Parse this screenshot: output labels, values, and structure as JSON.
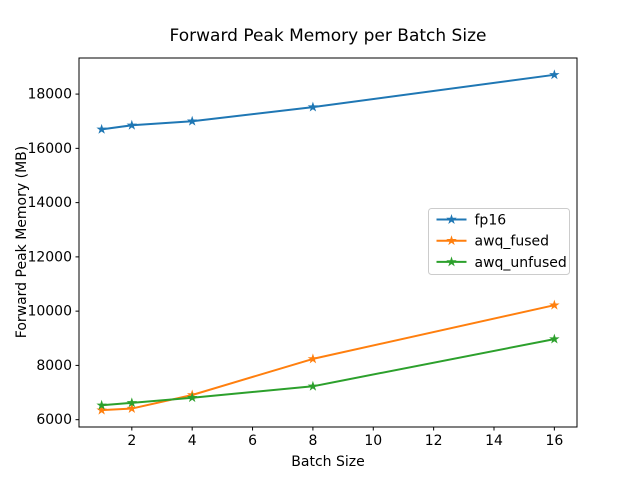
{
  "chart_data": {
    "type": "line",
    "title": "Forward Peak Memory per Batch Size",
    "xlabel": "Batch Size",
    "ylabel": "Forward Peak Memory (MB)",
    "x": [
      1,
      2,
      4,
      8,
      16
    ],
    "series": [
      {
        "name": "fp16",
        "color": "#1f77b4",
        "values": [
          16700,
          16850,
          17000,
          17520,
          18710
        ]
      },
      {
        "name": "awq_fused",
        "color": "#ff7f0e",
        "values": [
          6350,
          6410,
          6910,
          8240,
          10220
        ]
      },
      {
        "name": "awq_unfused",
        "color": "#2ca02c",
        "values": [
          6530,
          6620,
          6810,
          7230,
          8970
        ]
      }
    ],
    "marker": "star",
    "xticks": [
      2,
      4,
      6,
      8,
      10,
      12,
      14,
      16
    ],
    "yticks": [
      6000,
      8000,
      10000,
      12000,
      14000,
      16000,
      18000
    ],
    "xlim": [
      0.25,
      16.75
    ],
    "ylim": [
      5730,
      19330
    ],
    "grid": false,
    "legend": {
      "position": "center-right",
      "entries": [
        "fp16",
        "awq_fused",
        "awq_unfused"
      ],
      "border_color": "#cccccc"
    },
    "spine_color": "#000000",
    "background_color": "#ffffff"
  }
}
